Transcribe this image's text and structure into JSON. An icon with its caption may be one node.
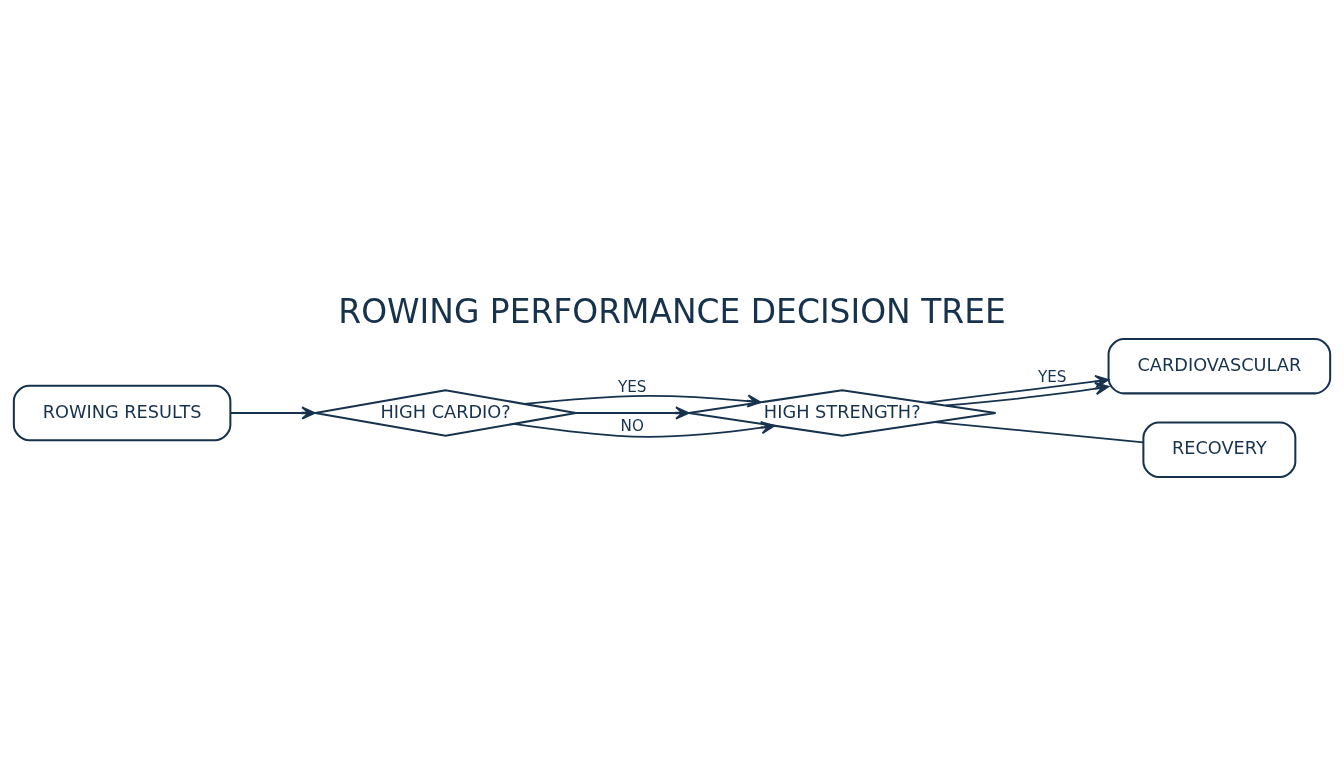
{
  "diagram": {
    "title": "ROWING PERFORMANCE DECISION TREE",
    "nodes": [
      {
        "text": [
          "ROWING RESULTS"
        ]
      },
      {
        "text": [
          "HIGH CARDIO?"
        ]
      },
      {
        "text": [
          "HIGH STRENGTH?"
        ]
      },
      {
        "text": [
          "CARDIOVASCULAR"
        ]
      },
      {
        "text": [
          "RECOVERY"
        ]
      }
    ],
    "edges": [
      {
        "from": 0,
        "to": 1,
        "arrow": "to"
      },
      {
        "from": 1,
        "to": 2,
        "arrow": "to",
        "label": "YES"
      },
      {
        "from": 1,
        "to": 2,
        "arrow": "to"
      },
      {
        "from": 1,
        "to": 2,
        "arrow": "to",
        "label": "NO"
      },
      {
        "from": 2,
        "to": 3,
        "arrow": "to",
        "label": "YES"
      },
      {
        "from": 2,
        "to": 3,
        "arrow": "to"
      },
      {
        "from": 2,
        "to": 4,
        "arrow": "none"
      }
    ]
  }
}
